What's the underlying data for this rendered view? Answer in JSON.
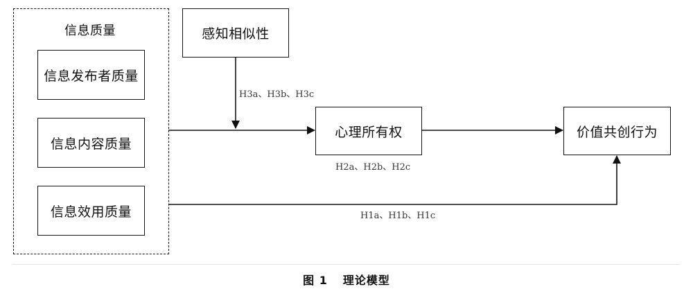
{
  "diagram": {
    "group": {
      "title": "信息质量",
      "items": [
        "信息发布者质量",
        "信息内容质量",
        "信息效用质量"
      ]
    },
    "nodes": {
      "moderator": "感知相似性",
      "mediator": "心理所有权",
      "outcome": "价值共创行为"
    },
    "paths": {
      "moderation": "H3a、H3b、H3c",
      "to_mediator": "H2a、H2b、H2c",
      "direct": "H1a、H1b、H1c"
    }
  },
  "caption": {
    "number": "图 1",
    "title": "理论模型"
  }
}
